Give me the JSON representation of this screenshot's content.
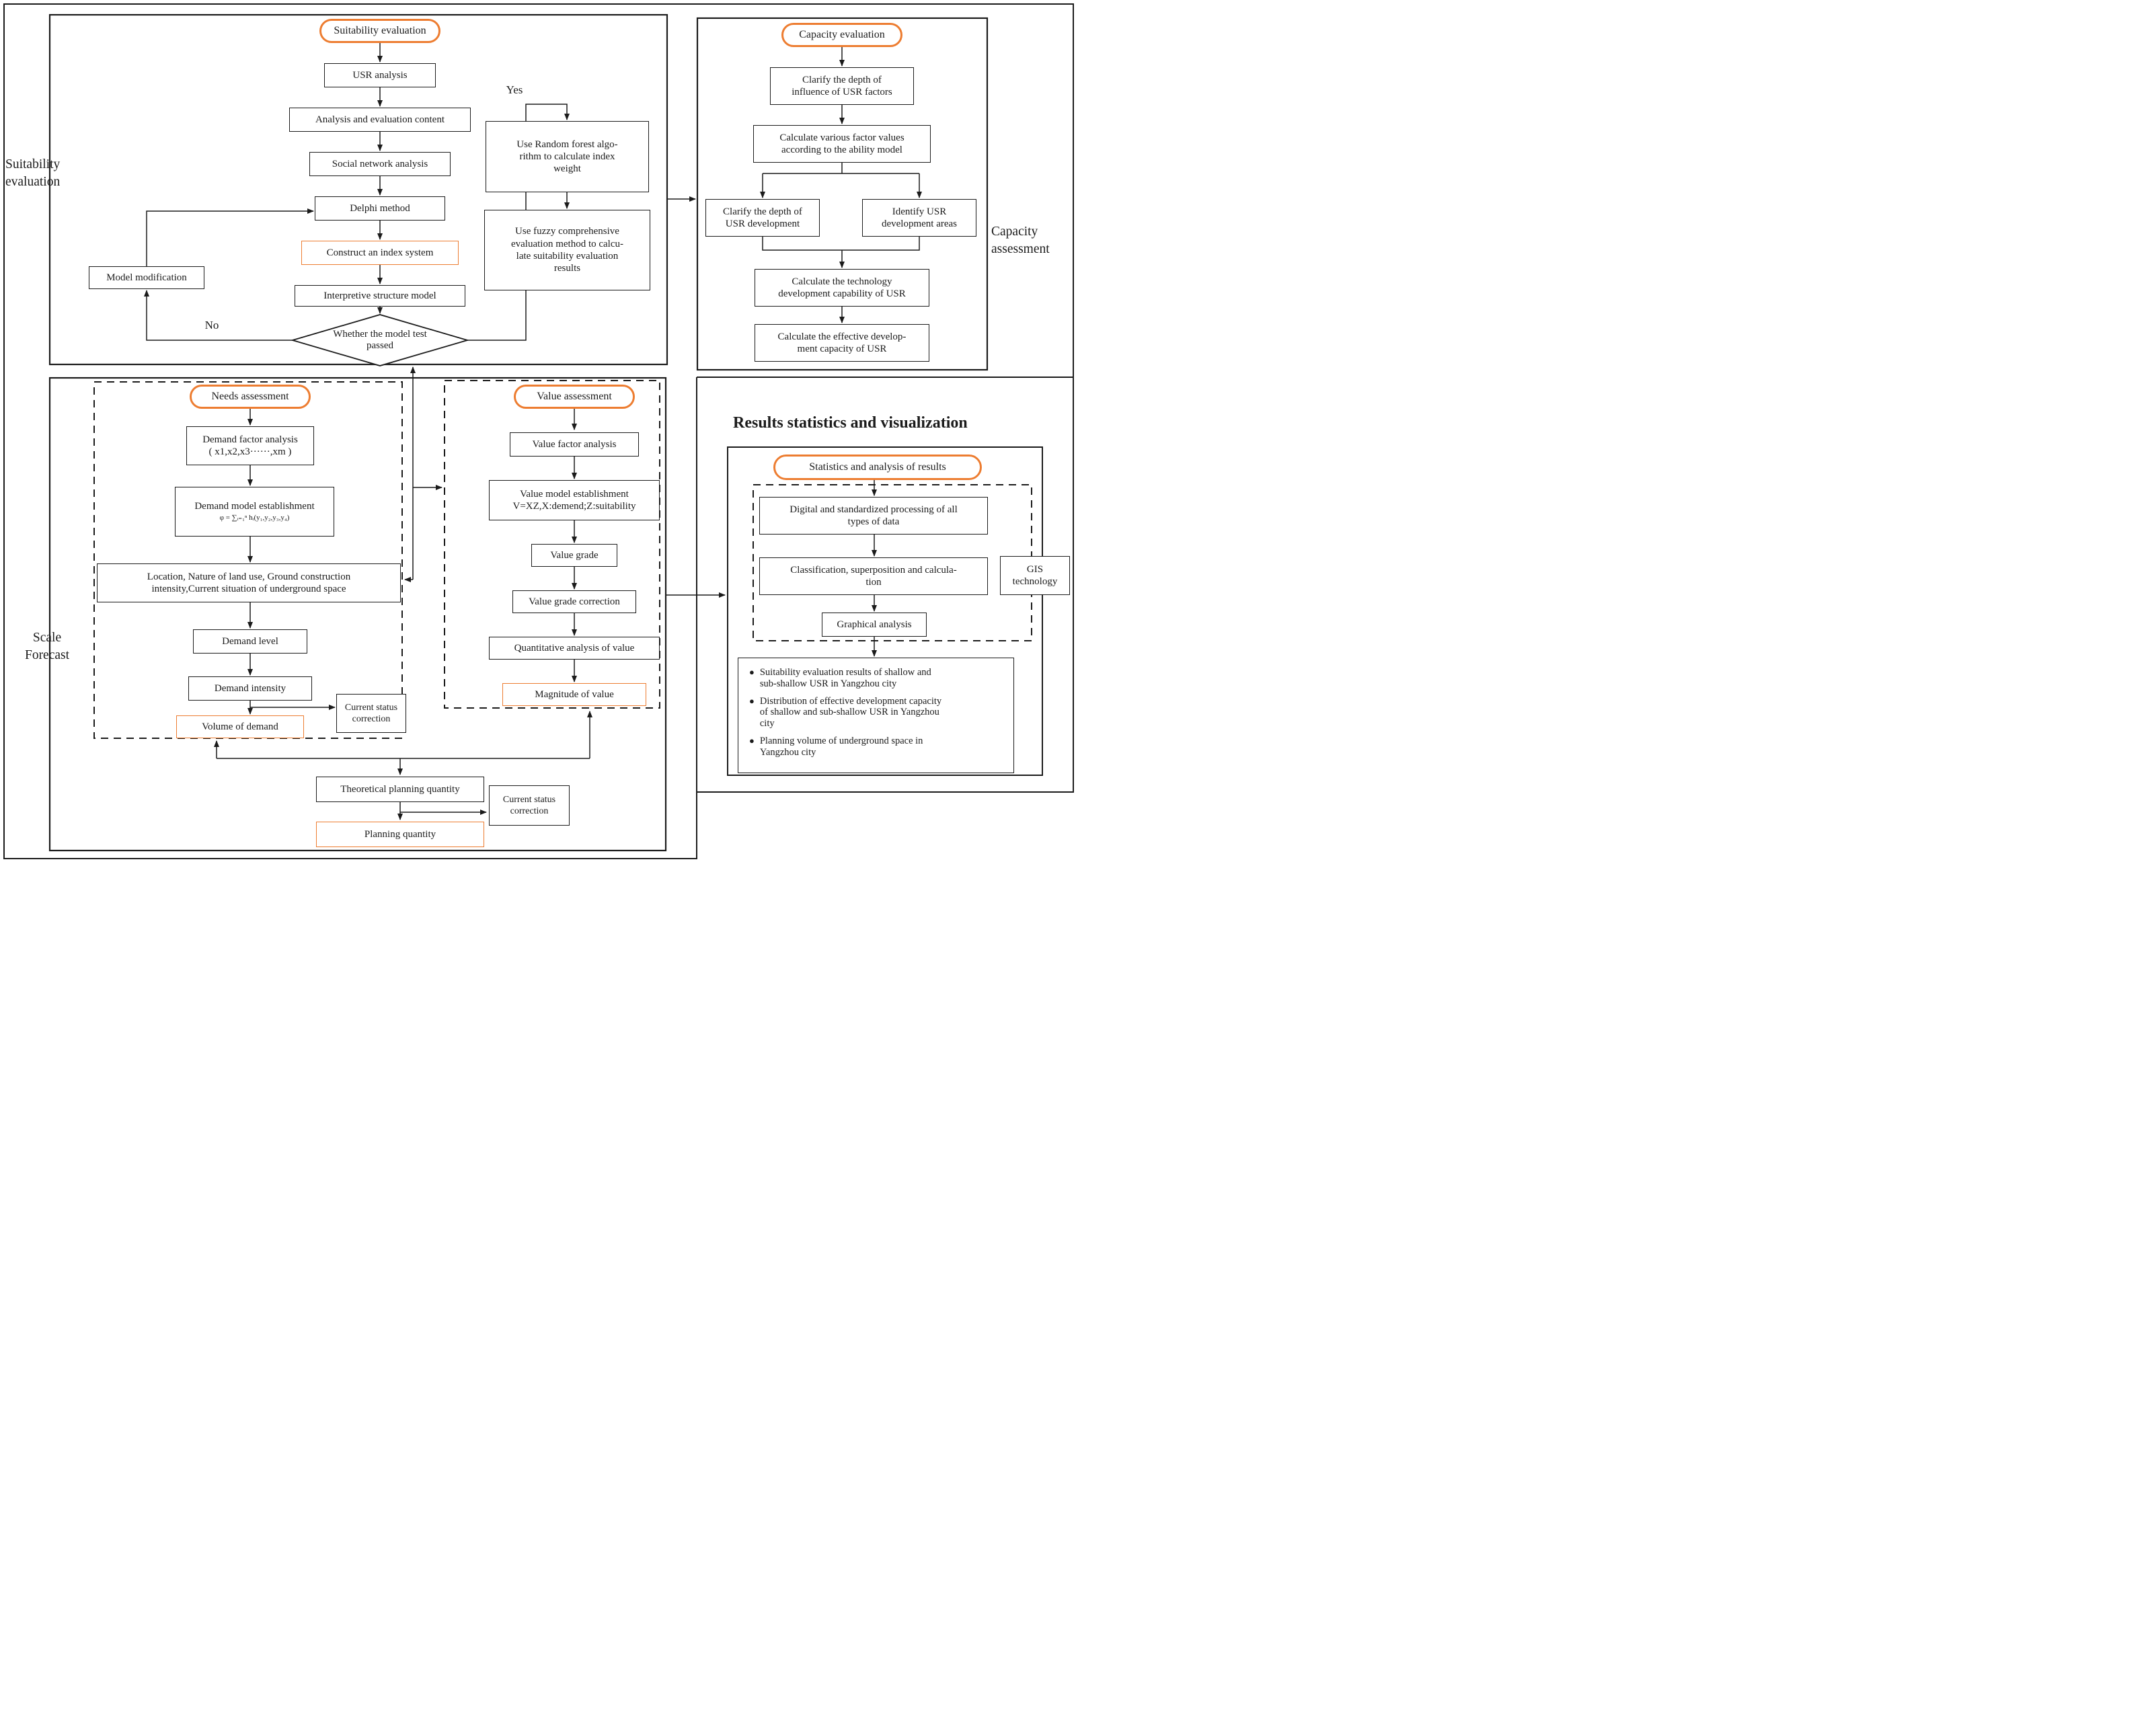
{
  "colors": {
    "accent": "#ED7D31",
    "line": "#1b1b1b"
  },
  "labels": {
    "suitability_side": "Suitability\nevaluation",
    "scale_side": "Scale\nForecast",
    "capacity_side": "Capacity\nassessment",
    "results_heading": "Results statistics and visualization",
    "yes": "Yes",
    "no": "No"
  },
  "suitability": {
    "start": "Suitability evaluation",
    "usr_analysis": "USR analysis",
    "analysis_content": "Analysis and evaluation content",
    "social_network": "Social network analysis",
    "delphi": "Delphi method",
    "construct_index": "Construct an index system",
    "interpretive": "Interpretive structure model",
    "decision": "Whether the model test\npassed",
    "model_modification": "Model modification",
    "random_forest": "Use Random forest algo-\nrithm to calculate index\nweight",
    "fuzzy": "Use fuzzy comprehensive\nevaluation method to calcu-\nlate suitability evaluation\nresults"
  },
  "capacity": {
    "start": "Capacity evaluation",
    "clarify_influence": "Clarify the depth of\ninfluence of USR factors",
    "calc_factors": "Calculate various factor values\naccording to the ability model",
    "clarify_development": "Clarify the depth of\nUSR development",
    "identify_areas": "Identify USR\ndevelopment areas",
    "calc_technology": "Calculate the technology\ndevelopment capability of USR",
    "calc_effective": "Calculate the effective develop-\nment capacity of USR"
  },
  "needs": {
    "start": "Needs assessment",
    "factor_analysis": "Demand factor analysis\n( x1,x2,x3······,xm )",
    "model_establishment": "Demand model establishment",
    "model_formula": "φ = ∑ᵢ₌₁ⁿ hᵢ(y₁,y₂,y₃,y₄)",
    "location": "Location, Nature of land use, Ground construction\nintensity,Current situation of underground space",
    "demand_level": "Demand level",
    "demand_intensity": "Demand intensity",
    "current_status": "Current status\ncorrection",
    "volume": "Volume of demand"
  },
  "value": {
    "start": "Value assessment",
    "factor_analysis": "Value factor analysis",
    "model": "Value  model establishment\nV=XZ,X:demend;Z:suitability",
    "grade": "Value grade",
    "grade_correction": "Value grade correction",
    "quantitative": "Quantitative analysis of value",
    "magnitude": "Magnitude of value"
  },
  "planning": {
    "theoretical": "Theoretical planning quantity",
    "current_status": "Current status\ncorrection",
    "quantity": "Planning quantity"
  },
  "results": {
    "start": "Statistics and analysis of results",
    "digital": "Digital and standardized processing of all\ntypes of data",
    "classification": "Classification, superposition and calcula-\ntion",
    "gis": "GIS\ntechnology",
    "graphical": "Graphical analysis",
    "bullets": [
      "Suitability evaluation results of shallow and\nsub-shallow USR in Yangzhou city",
      "Distribution of effective development capacity\nof shallow and sub-shallow USR in Yangzhou\ncity",
      "Planning volume of underground space in\nYangzhou city"
    ]
  }
}
